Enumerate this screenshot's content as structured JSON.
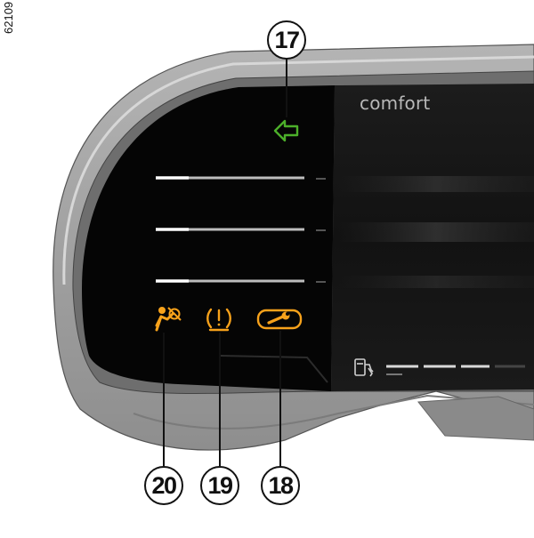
{
  "figure": {
    "reference_id": "62109",
    "mode_label": "comfort"
  },
  "callouts": [
    {
      "number": "17",
      "target": "direction-arrow-indicator"
    },
    {
      "number": "18",
      "target": "service-wrench-warning-light"
    },
    {
      "number": "19",
      "target": "tyre-pressure-warning-light"
    },
    {
      "number": "20",
      "target": "passenger-airbag-off-light"
    }
  ],
  "colors": {
    "housing": "#9d9d9d",
    "housing_light": "#c9c9c9",
    "screen_left": "#050505",
    "screen_right": "#151515",
    "warning_amber": "#f7a21b",
    "arrow_green": "#4caf2a",
    "callout_border": "#111111"
  }
}
